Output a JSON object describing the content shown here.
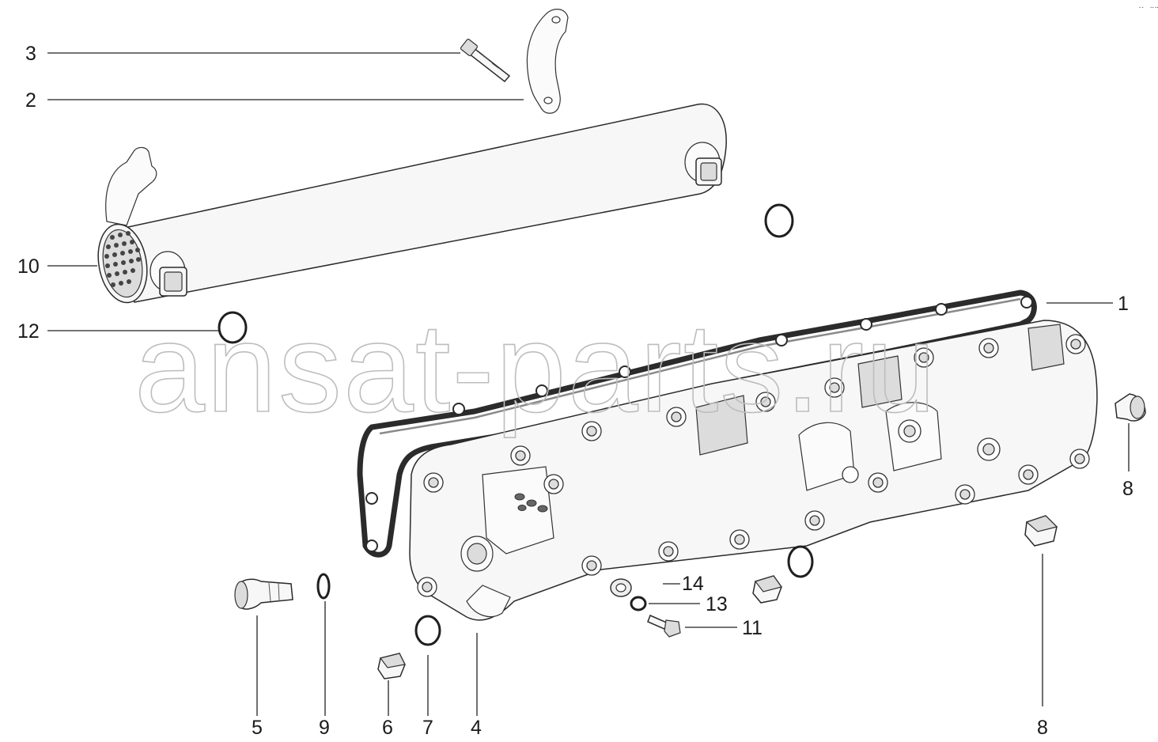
{
  "watermark": "ansat-parts.ru",
  "corner_mark": "⠐⠂ ⠒⠒",
  "callouts": {
    "c1": "1",
    "c2": "2",
    "c3": "3",
    "c4": "4",
    "c5": "5",
    "c6": "6",
    "c7": "7",
    "c8a": "8",
    "c8b": "8",
    "c9": "9",
    "c10": "10",
    "c11": "11",
    "c12": "12",
    "c13": "13",
    "c14": "14"
  }
}
